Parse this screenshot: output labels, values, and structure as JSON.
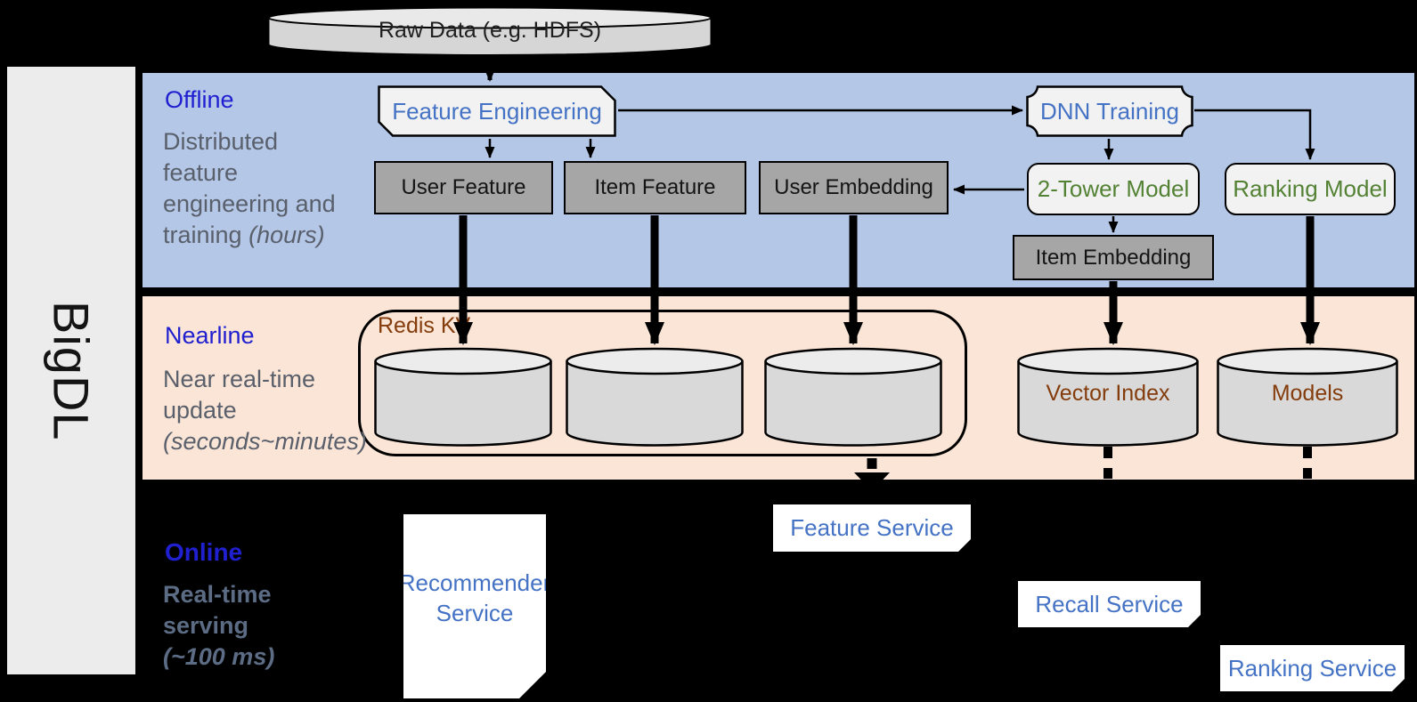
{
  "brand": {
    "name": "BigDL"
  },
  "raw_data": {
    "label": "Raw Data (e.g. HDFS)"
  },
  "sections": {
    "offline": {
      "title": "Offline",
      "description": "Distributed feature engineering and training",
      "note": "(hours)"
    },
    "nearline": {
      "title": "Nearline",
      "description": "Near real-time update",
      "note": "(seconds~minutes)"
    },
    "online": {
      "title": "Online",
      "description": "Real-time serving",
      "note": "(~100 ms)"
    }
  },
  "nodes": {
    "feature_engineering": "Feature Engineering",
    "dnn_training": "DNN Training",
    "user_feature": "User Feature",
    "item_feature": "Item Feature",
    "user_embedding": "User Embedding",
    "two_tower_model": "2-Tower Model",
    "ranking_model": "Ranking Model",
    "item_embedding": "Item Embedding",
    "redis_kv": "Redis KV",
    "vector_index": "Vector Index",
    "models": "Models",
    "recommender_service": "Recommender Service",
    "feature_service": "Feature Service",
    "recall_service": "Recall Service",
    "ranking_service": "Ranking Service"
  },
  "colors": {
    "background": "#000000",
    "sidebar": "#ececec",
    "band_offline": "#b4c7e7",
    "band_nearline": "#fbe5d6",
    "node_gray": "#a6a6a6",
    "node_light": "#f2f2f2",
    "accent_blue": "#4472c4",
    "accent_green": "#548235",
    "accent_brown": "#843c0c",
    "section_title_blue": "#2020d0",
    "description_gray": "#595f6b"
  }
}
